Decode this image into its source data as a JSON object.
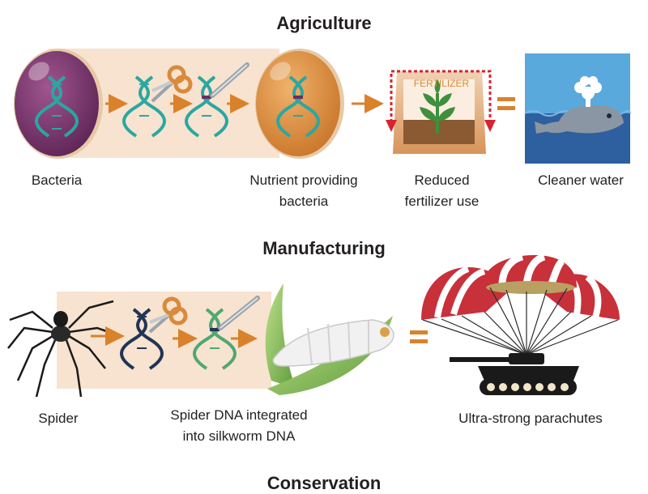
{
  "sections": {
    "agriculture": {
      "title": "Agriculture",
      "labels": {
        "bacteria": "Bacteria",
        "nutrient_line1": "Nutrient providing",
        "nutrient_line2": "bacteria",
        "reduced_line1": "Reduced",
        "reduced_line2": "fertilizer use",
        "cleaner_water": "Cleaner water"
      },
      "bag_text": "FERTILIZER"
    },
    "manufacturing": {
      "title": "Manufacturing",
      "labels": {
        "spider": "Spider",
        "dna_line1": "Spider DNA integrated",
        "dna_line2": "into silkworm DNA",
        "parachutes": "Ultra-strong parachutes"
      }
    },
    "conservation": {
      "title": "Conservation"
    }
  },
  "colors": {
    "band": "#f7e3cf",
    "arrow": "#d9822b",
    "dna_teal": "#2aa7a2",
    "dna_purple": "#6b2d63",
    "dna_navy": "#1f3557",
    "dna_green": "#4fa86f",
    "bacteria_purple": "#7b3a72",
    "bacteria_orange": "#d98a3a",
    "bag": "#e6a56a",
    "sky": "#5aa9dc",
    "sea": "#2e5f9e",
    "parachute_red": "#c8303a",
    "red_arrow": "#d9232d"
  },
  "icons": [
    "bacteria-cell",
    "dna-helix",
    "scissors-icon",
    "pipette-icon",
    "fertilizer-bag",
    "whale-icon",
    "spider-icon",
    "silkworm-icon",
    "parachute-icon",
    "tank-icon"
  ]
}
